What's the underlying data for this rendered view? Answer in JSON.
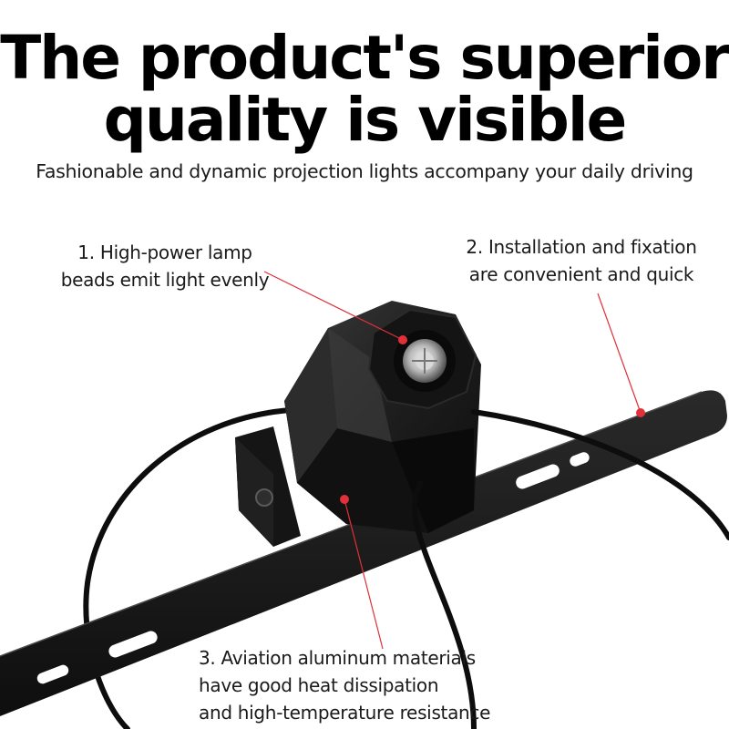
{
  "headline": {
    "line1": "The product's superior",
    "line2": "quality is visible"
  },
  "subtitle": "Fashionable and dynamic projection lights accompany your daily driving",
  "callouts": [
    {
      "line1": "1. High-power lamp",
      "line2": "beads emit light evenly"
    },
    {
      "line1": "2. Installation and fixation",
      "line2": "are convenient and quick"
    },
    {
      "line1": "3. Aviation aluminum materials",
      "line2": "have good heat dissipation",
      "line3": "and high-temperature resistance"
    }
  ],
  "colors": {
    "background": "#ffffff",
    "text": "#111111",
    "product": "#1c1c1c",
    "pointer": "#e0303a"
  }
}
